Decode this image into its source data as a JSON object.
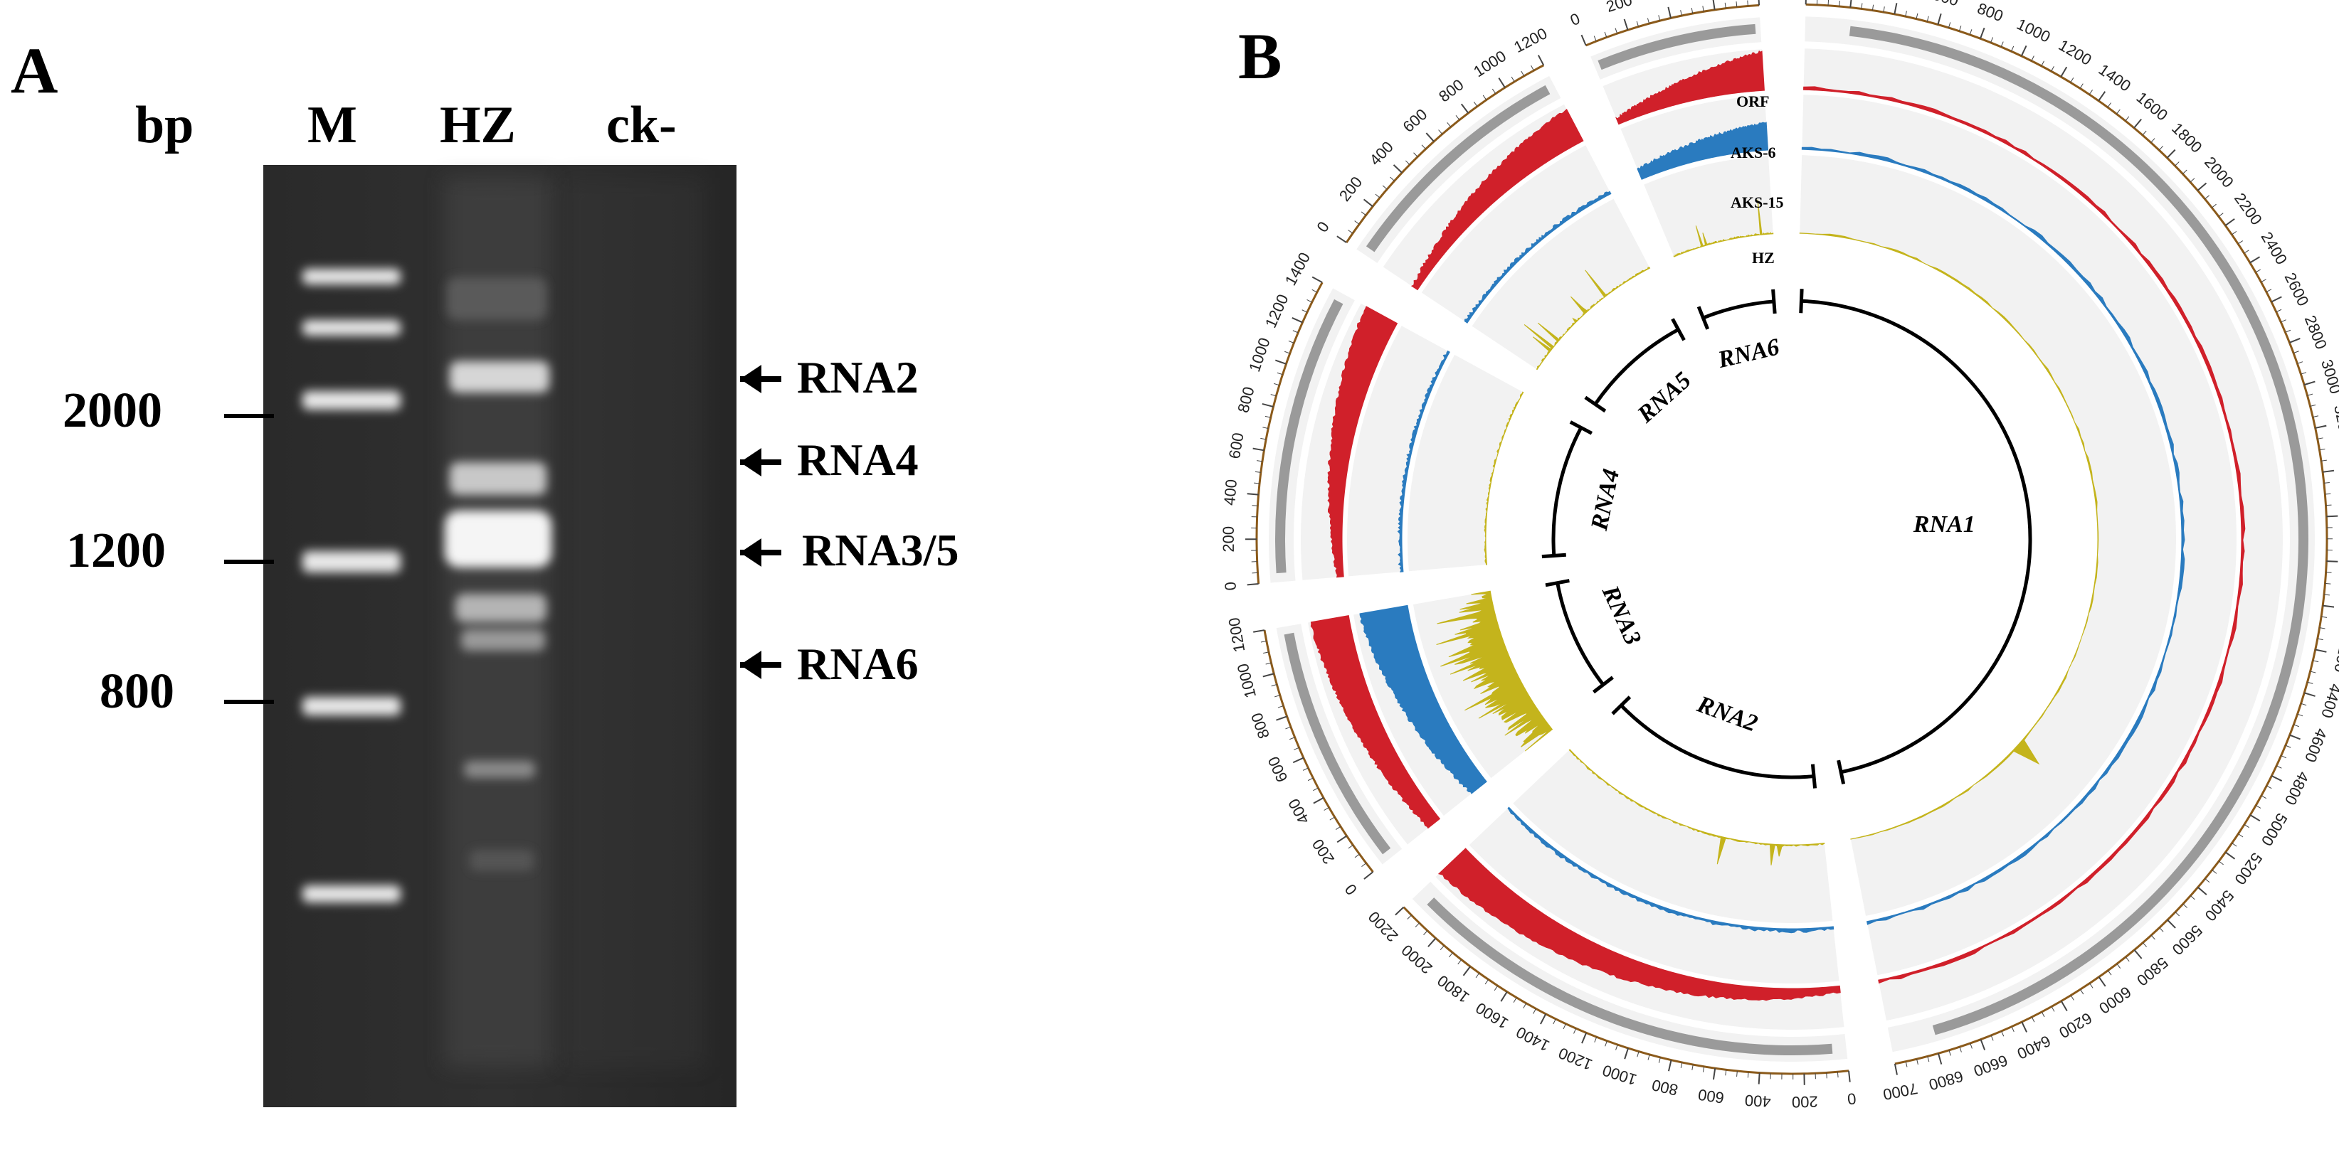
{
  "panel_a": {
    "letter": "A",
    "unit_label": "bp",
    "lanes": [
      {
        "label": "M"
      },
      {
        "label": "HZ"
      },
      {
        "label": "ck-"
      }
    ],
    "marker_sizes": [
      "2000",
      "1200",
      "800"
    ],
    "band_labels": [
      "RNA2",
      "RNA4",
      "RNA3/5",
      "RNA6"
    ]
  },
  "panel_b": {
    "letter": "B",
    "track_labels": [
      "ORF",
      "AKS-6",
      "AKS-15",
      "HZ"
    ],
    "segments": [
      {
        "name": "RNA1",
        "length": 7000
      },
      {
        "name": "RNA2",
        "length": 2200
      },
      {
        "name": "RNA3",
        "length": 1200
      },
      {
        "name": "RNA4",
        "length": 1400
      },
      {
        "name": "RNA5",
        "length": 1200
      },
      {
        "name": "RNA6",
        "length": 800
      }
    ],
    "colors": {
      "aks6": "#d0202a",
      "aks15": "#2a7bbf",
      "hz": "#c4b41c",
      "orf": "#9a9a9a",
      "axis": "#8b5a1a"
    }
  }
}
